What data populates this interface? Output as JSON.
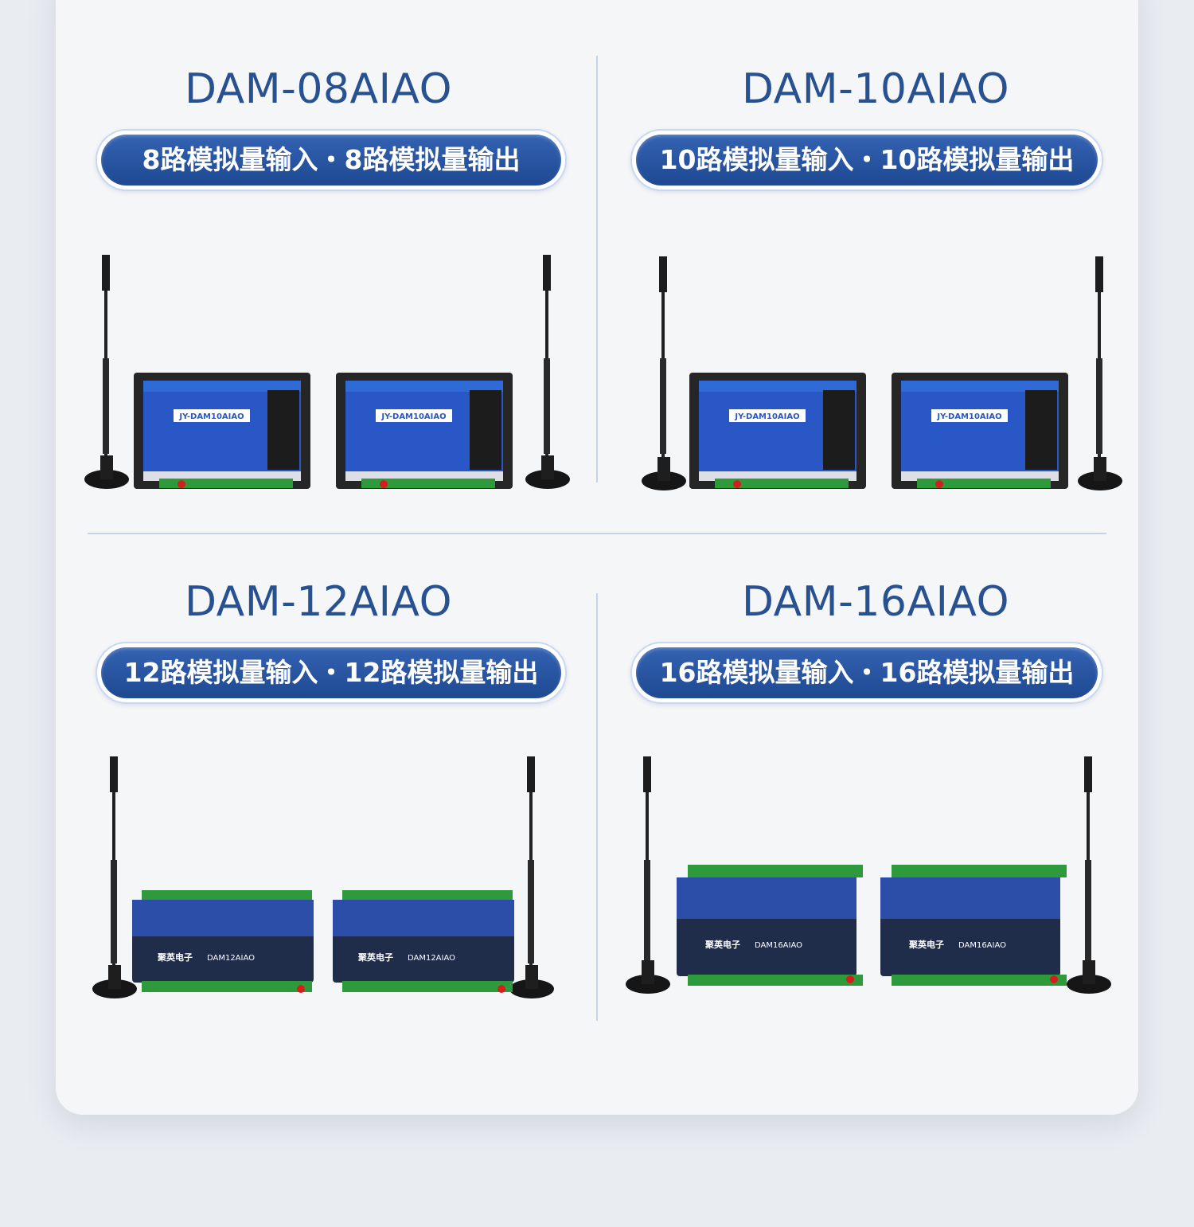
{
  "products": [
    {
      "model": "DAM-08AIAO",
      "desc": "8路模拟量输入・8路模拟量输出",
      "label": "JY-DAM10AIAO"
    },
    {
      "model": "DAM-10AIAO",
      "desc": "10路模拟量输入・10路模拟量输出",
      "label": "JY-DAM10AIAO"
    },
    {
      "model": "DAM-12AIAO",
      "desc": "12路模拟量输入・12路模拟量输出",
      "brand": "聚英电子",
      "label": "DAM12AIAO"
    },
    {
      "model": "DAM-16AIAO",
      "desc": "16路模拟量输入・16路模拟量输出",
      "brand": "聚英电子",
      "label": "DAM16AIAO"
    }
  ],
  "colors": {
    "accent": "#275191",
    "pill": "#2552a0",
    "device_blue": "#2a57c6",
    "terminal_green": "#2f9a3c"
  }
}
